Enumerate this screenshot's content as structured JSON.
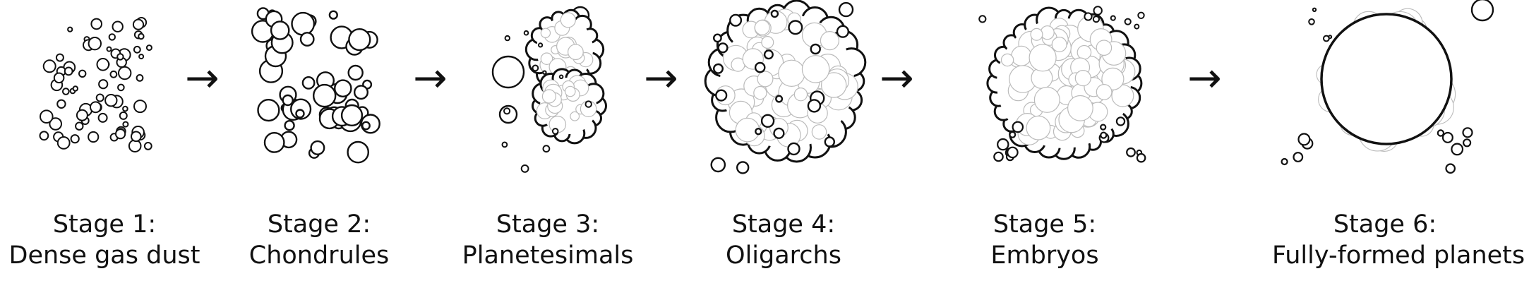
{
  "stages": [
    {
      "title": "Stage 1:",
      "subtitle": "Dense gas dust"
    },
    {
      "title": "Stage 2:",
      "subtitle": "Chondrules"
    },
    {
      "title": "Stage 3:",
      "subtitle": "Planetesimals"
    },
    {
      "title": "Stage 4:",
      "subtitle": "Oligarchs"
    },
    {
      "title": "Stage 5:",
      "subtitle": "Embryos"
    },
    {
      "title": "Stage 6:",
      "subtitle": "Fully-formed planets"
    }
  ],
  "arrow_glyph": "→",
  "colors": {
    "stroke": "#111111",
    "inner_stroke": "#bbbbbb",
    "background": "#ffffff"
  }
}
